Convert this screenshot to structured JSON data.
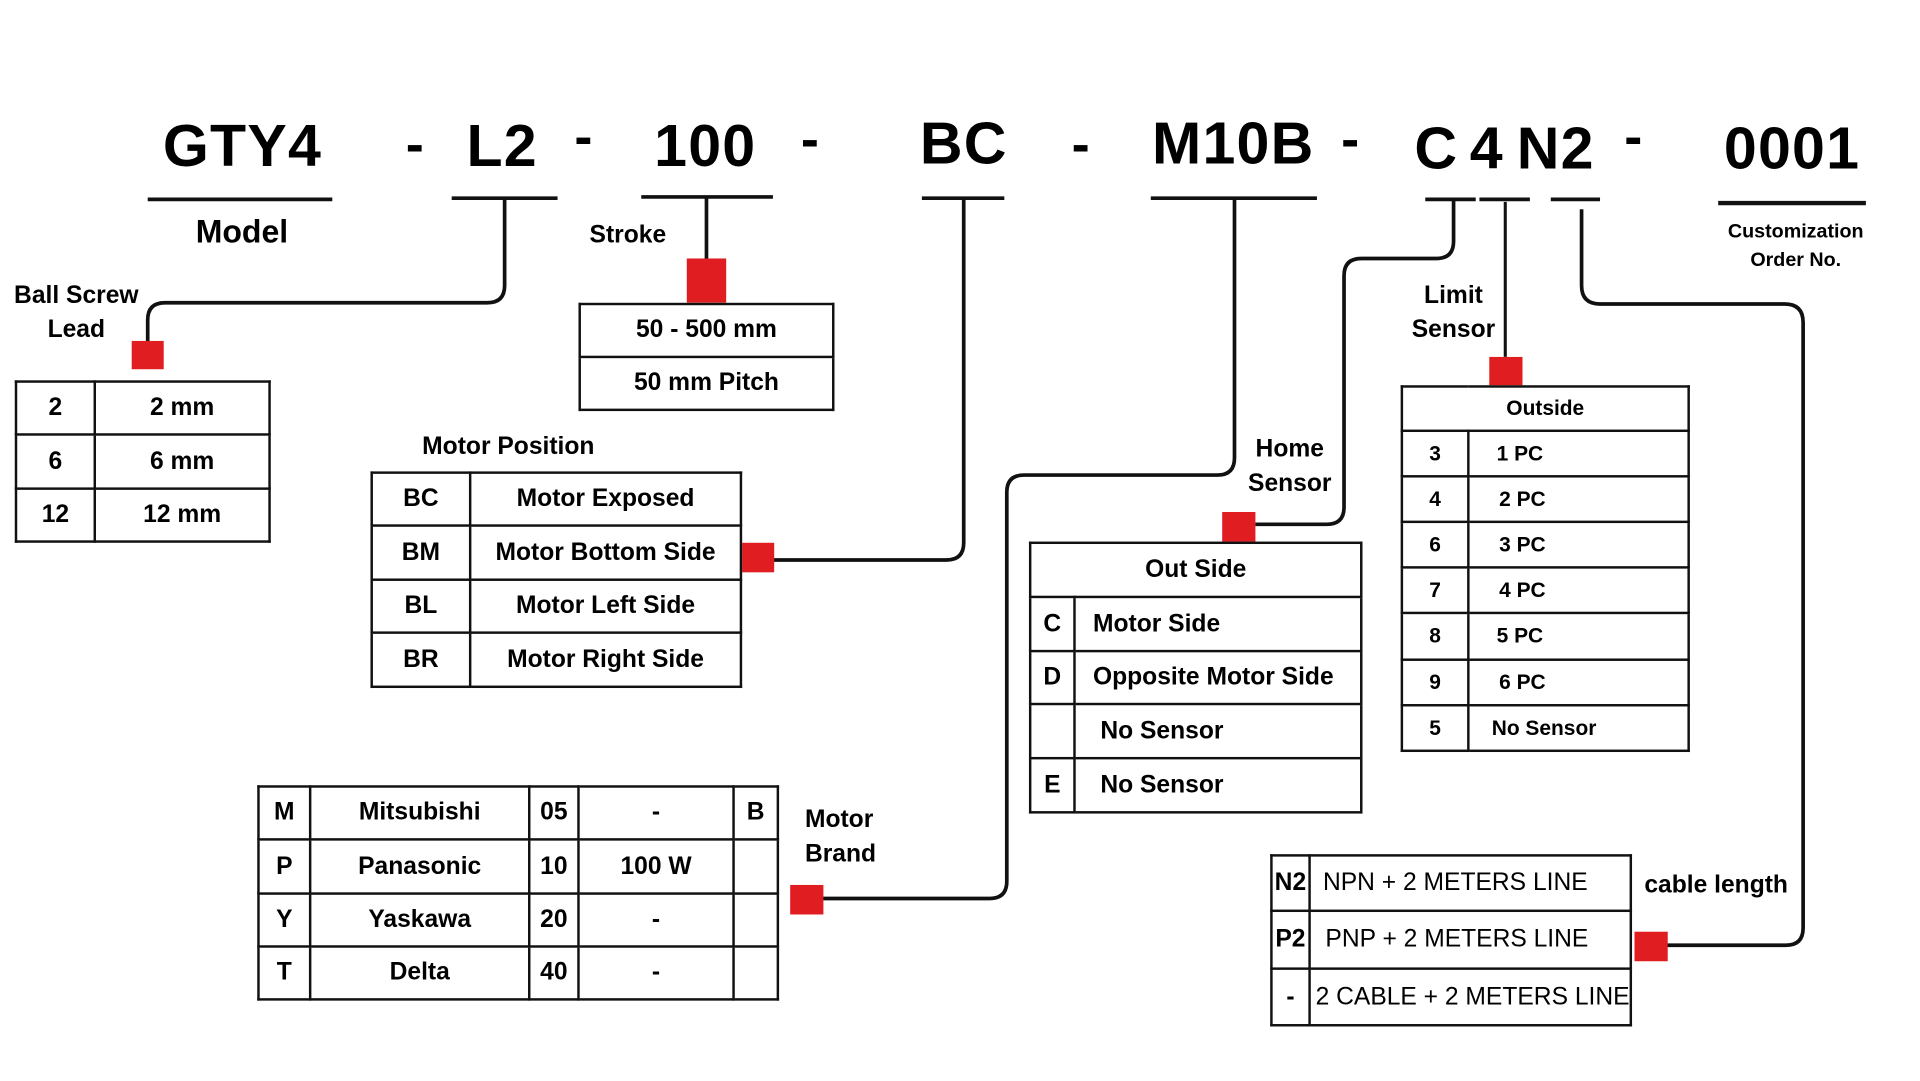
{
  "diagram": {
    "accent_color": "#e01e22",
    "code_parts": [
      {
        "id": "model",
        "text": "GTY4"
      },
      {
        "id": "lead",
        "text": "L2"
      },
      {
        "id": "stroke",
        "text": "100"
      },
      {
        "id": "motor-position",
        "text": "BC"
      },
      {
        "id": "motor-brand",
        "text": "M10B"
      },
      {
        "id": "home-sensor",
        "text": "C"
      },
      {
        "id": "limit-sensor",
        "text": "4"
      },
      {
        "id": "cable",
        "text": "N2"
      },
      {
        "id": "custom-order",
        "text": "0001"
      }
    ],
    "separator": "-",
    "labels": {
      "model": "Model",
      "ball_screw_lead_line1": "Ball Screw",
      "ball_screw_lead_line2": "Lead",
      "stroke": "Stroke",
      "motor_position": "Motor Position",
      "motor_brand_line1": "Motor",
      "motor_brand_line2": "Brand",
      "home_sensor_line1": "Home",
      "home_sensor_line2": "Sensor",
      "limit_sensor_line1": "Limit",
      "limit_sensor_line2": "Sensor",
      "custom_line1": "Customization",
      "custom_line2": "Order No.",
      "cable_length": "cable length"
    },
    "lead_table": [
      {
        "code": "2",
        "value": "2 mm"
      },
      {
        "code": "6",
        "value": "6 mm"
      },
      {
        "code": "12",
        "value": "12 mm"
      }
    ],
    "stroke_table": [
      "50 - 500 mm",
      "50 mm Pitch"
    ],
    "motor_position_table": [
      {
        "code": "BC",
        "value": "Motor Exposed"
      },
      {
        "code": "BM",
        "value": "Motor Bottom Side"
      },
      {
        "code": "BL",
        "value": "Motor Left Side"
      },
      {
        "code": "BR",
        "value": "Motor Right Side"
      }
    ],
    "motor_brand_table": [
      {
        "code": "M",
        "brand": "Mitsubishi",
        "power_code": "05",
        "power": "-",
        "brake": "B"
      },
      {
        "code": "P",
        "brand": "Panasonic",
        "power_code": "10",
        "power": "100 W",
        "brake": ""
      },
      {
        "code": "Y",
        "brand": "Yaskawa",
        "power_code": "20",
        "power": "-",
        "brake": ""
      },
      {
        "code": "T",
        "brand": "Delta",
        "power_code": "40",
        "power": "-",
        "brake": ""
      }
    ],
    "home_sensor_table": {
      "header": "Out Side",
      "rows": [
        {
          "code": "C",
          "value": "Motor Side"
        },
        {
          "code": "D",
          "value": "Opposite Motor Side"
        },
        {
          "code": "",
          "value": "No Sensor"
        },
        {
          "code": "E",
          "value": "No Sensor"
        }
      ]
    },
    "limit_sensor_table": {
      "header": "Outside",
      "rows": [
        {
          "code": "3",
          "value": "1 PC"
        },
        {
          "code": "4",
          "value": "2 PC"
        },
        {
          "code": "6",
          "value": "3 PC"
        },
        {
          "code": "7",
          "value": "4 PC"
        },
        {
          "code": "8",
          "value": "5 PC"
        },
        {
          "code": "9",
          "value": "6 PC"
        },
        {
          "code": "5",
          "value": "No Sensor"
        }
      ]
    },
    "cable_table": [
      {
        "code": "N2",
        "value": "NPN + 2 METERS LINE"
      },
      {
        "code": "P2",
        "value": "PNP + 2 METERS LINE"
      },
      {
        "code": "-",
        "value": "2 CABLE + 2 METERS LINE"
      }
    ]
  }
}
